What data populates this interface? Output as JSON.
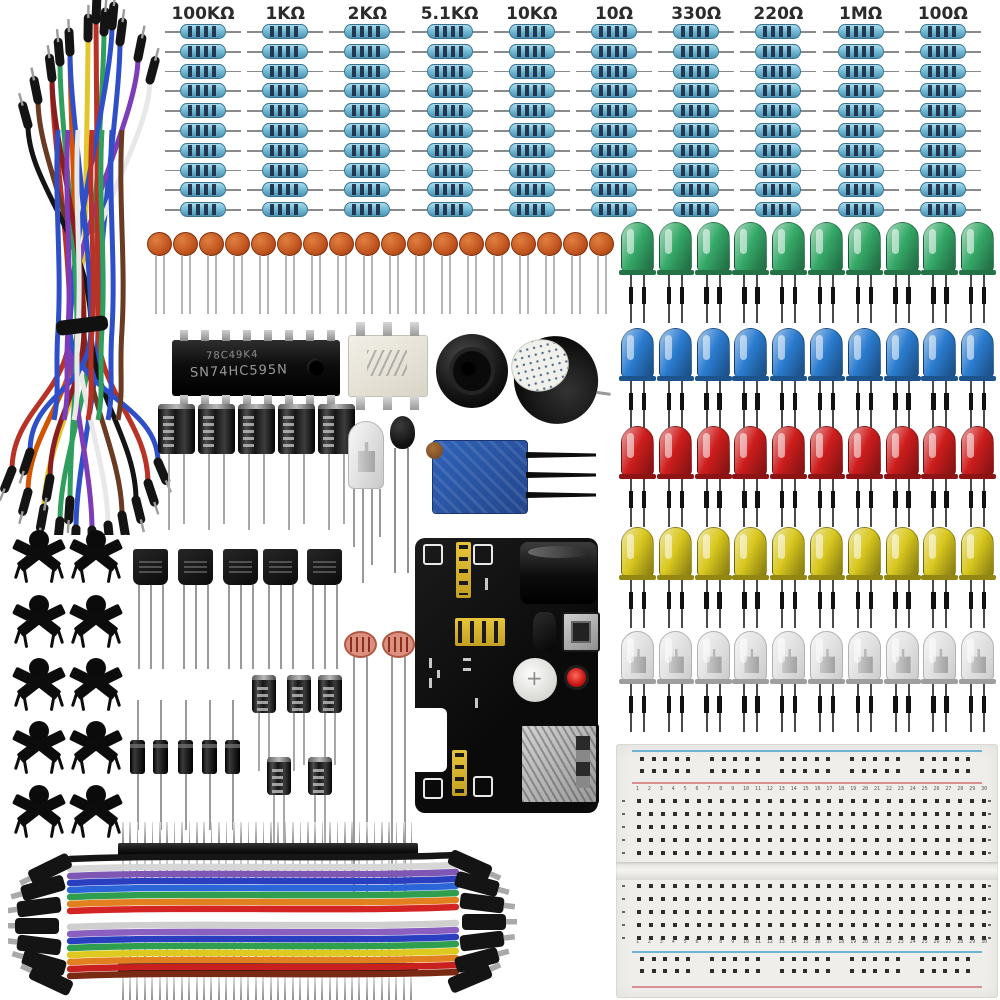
{
  "resistors": {
    "labels": [
      "100KΩ",
      "1KΩ",
      "2KΩ",
      "5.1KΩ",
      "10KΩ",
      "10Ω",
      "330Ω",
      "220Ω",
      "1MΩ",
      "100Ω"
    ],
    "per_column": 10,
    "body_color": "#7cc4de",
    "band_color": "#1d2c45",
    "label_color": "#2b2b2b"
  },
  "ceramic_capacitors": {
    "count": 18,
    "disc_color": "#c2551f"
  },
  "ic": {
    "part_number": "SN74HC595N",
    "top_marking": "78C49K4",
    "pin_count": 16,
    "body_color": "#141414"
  },
  "optocoupler": {
    "pin_count": 6,
    "body_color": "#efece4"
  },
  "buzzers": {
    "count": 2,
    "body_color": "#141414",
    "sticker_color": "#f1f1ec"
  },
  "electrolytic_capacitors": {
    "large_count": 5,
    "small_count": 5
  },
  "rgb_led": {
    "leg_count": 4
  },
  "thermistor": {
    "count": 1
  },
  "trim_potentiometer": {
    "body_color": "#2a57a8",
    "leg_count": 3
  },
  "transistors": {
    "count": 5
  },
  "photoresistors": {
    "count": 2,
    "face_color": "#dc9080"
  },
  "diodes": {
    "count": 5
  },
  "tactile_buttons": {
    "count": 10,
    "rows": 5,
    "columns": 2,
    "color": "#0c0c0c"
  },
  "power_module": {
    "pcb_color": "#101010",
    "led_color": "#c81414",
    "header_color": "#d9b52e",
    "usb_color": "#b9b9b9",
    "pot_color": "#e8e8e6"
  },
  "leds": {
    "per_row": 10,
    "rows": [
      {
        "name": "green",
        "color": "#35a968"
      },
      {
        "name": "blue",
        "color": "#2b7cd0"
      },
      {
        "name": "red",
        "color": "#ce1d1d"
      },
      {
        "name": "yellow",
        "color": "#d8c71e"
      },
      {
        "name": "white",
        "color": "#e9e9e9"
      }
    ]
  },
  "pin_headers": {
    "count": 2,
    "pins_each": 40,
    "bar_color": "#161616",
    "pin_color": "#c9c9c9"
  },
  "ribbon_cable": {
    "connector_color": "#141414",
    "wire_colors": [
      "#161616",
      "#d6d6d6",
      "#7e57b5",
      "#2a3fc0",
      "#2a66d8",
      "#2f9e4f",
      "#e2801f",
      "#d42323",
      "#cfcfcf",
      "#8a5fc0",
      "#2a3fc0",
      "#2f9e4f",
      "#ddc91f",
      "#e2801f",
      "#c81f1f",
      "#7a2a12"
    ]
  },
  "jumper_wires": {
    "tie_color": "#111111",
    "colors": [
      "#b83226",
      "#d35400",
      "#e2c62e",
      "#2f9e5f",
      "#2e4fc8",
      "#7d3cb8",
      "#e8e8e8",
      "#6b3a22",
      "#141414",
      "#b83226",
      "#2e4fc8",
      "#2f9e5f",
      "#8a1e1e",
      "#2e4fc8"
    ]
  },
  "breadboard": {
    "banks": 2,
    "rows_per_bank": 5,
    "columns": 30,
    "rail_groups": 5,
    "holes_per_group": 5,
    "rail_rows": 2,
    "body_color": "#efeeeb",
    "rail_blue": "#6fb3d4",
    "rail_red": "#d98f8f",
    "hole_color": "#2e2e2e"
  }
}
